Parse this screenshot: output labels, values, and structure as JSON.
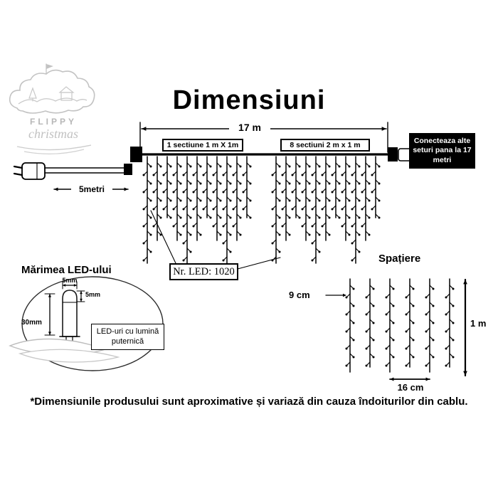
{
  "logo": {
    "brand": "FLIPPY",
    "script": "christmas"
  },
  "title": "Dimensiuni",
  "top_diagram": {
    "total_length": "17 m",
    "section_left": "1 sectiune 1 m X 1m",
    "section_right": "8 sectiuni 2 m x 1 m",
    "lead_length": "5metri",
    "connect_note": "Conecteaza alte seturi pana la 17 metri",
    "led_count": "Nr. LED: 1020"
  },
  "led_detail": {
    "heading": "Mărimea LED-ului",
    "cap_width": "5mm",
    "cap_height": "5mm",
    "body_length": "30mm",
    "label": "LED-uri cu lumină puternică"
  },
  "spacing_detail": {
    "heading": "Spațiere",
    "led_gap": "9 cm",
    "drop_length": "1 m",
    "strand_gap": "16 cm"
  },
  "footnote": "*Dimensiunile produsului sunt aproximative și variază din cauza îndoiturilor din cablu."
}
